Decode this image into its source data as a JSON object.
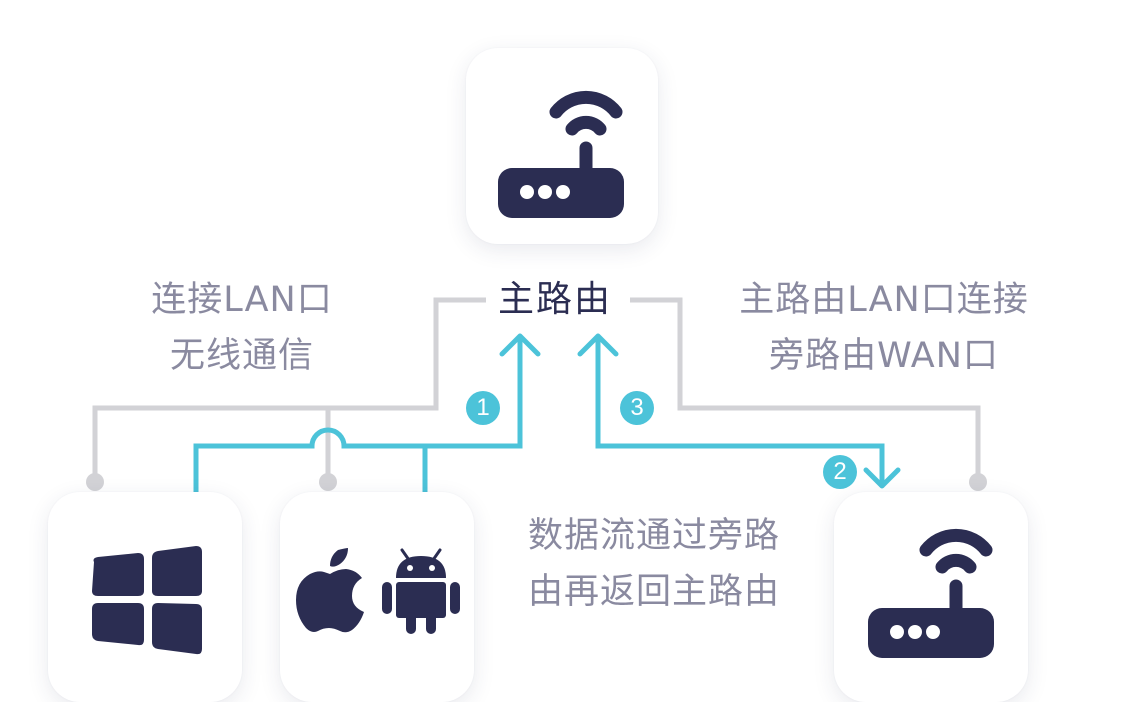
{
  "diagram": {
    "title": "旁路由 (bypass router) connection & data flow",
    "colors": {
      "icon": "#2b2d52",
      "flow_line": "#4cc3d9",
      "wire_line": "#d2d2d6",
      "text_muted": "#8a8aa0",
      "text_dark": "#2b2d52",
      "card_bg": "#ffffff"
    },
    "nodes": {
      "main_router": {
        "label": "主路由",
        "icon": "router-icon"
      },
      "windows_client": {
        "icon": "windows-icon"
      },
      "mobile_clients": {
        "icons": [
          "apple-icon",
          "android-icon"
        ]
      },
      "side_router": {
        "icon": "router-icon"
      }
    },
    "annotations": {
      "left_line1": "连接LAN口",
      "left_line2": "无线通信",
      "right_line1": "主路由LAN口连接",
      "right_line2": "旁路由WAN口",
      "bottom_line1": "数据流通过旁路",
      "bottom_line2": "由再返回主路由"
    },
    "steps": [
      {
        "id": "1",
        "label": "1",
        "description": "clients → main router"
      },
      {
        "id": "2",
        "label": "2",
        "description": "main router → side router"
      },
      {
        "id": "3",
        "label": "3",
        "description": "side router → main router"
      }
    ]
  }
}
